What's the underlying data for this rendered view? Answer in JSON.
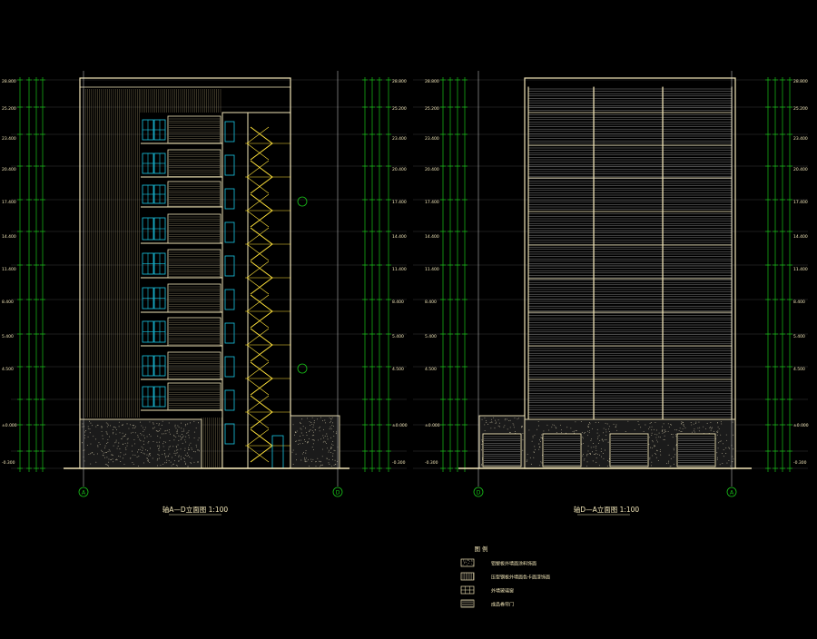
{
  "colors": {
    "background": "#000000",
    "outline": "#f2e6b8",
    "grid": "#ffffff",
    "dimension": "#19c319",
    "window_cyan": "#19c8e6",
    "stair_yellow": "#ffe23a",
    "axis_label": "#19c319",
    "text": "#f2e6b8"
  },
  "elevations": {
    "left": {
      "title": "轴A—D立面图 1:100",
      "axis_left": "A",
      "axis_right": "D",
      "icons": [
        "dimension-chain-icon",
        "stair-icon",
        "window-icon",
        "hatch-facade-icon"
      ]
    },
    "right": {
      "title": "轴D—A立面图 1:100",
      "axis_left": "D",
      "axis_right": "A",
      "icons": [
        "dimension-chain-icon",
        "louver-facade-icon",
        "rolling-door-icon"
      ]
    }
  },
  "level_labels": {
    "left_outer": [
      "28.800",
      "25.200",
      "23.400",
      "20.400",
      "17.400",
      "14.400",
      "11.400",
      "8.400",
      "5.400",
      "4.500",
      "±0.000",
      "-0.300"
    ],
    "right_outer": [
      "28.800",
      "25.200",
      "23.400",
      "20.400",
      "17.400",
      "14.400",
      "11.400",
      "8.400",
      "5.400",
      "4.500",
      "±0.000",
      "-0.300"
    ]
  },
  "legend": {
    "title": "图 例",
    "items": [
      {
        "label": "铝塑板外墙面涂料饰面",
        "swatch": "hatch-dots-icon"
      },
      {
        "label": "压型钢板外墙面色卡面漆饰面",
        "swatch": "vertical-lines-icon"
      },
      {
        "label": "外墙玻璃窗",
        "swatch": "grid-window-icon"
      },
      {
        "label": "成品卷帘门",
        "swatch": "rolling-door-icon"
      }
    ]
  }
}
